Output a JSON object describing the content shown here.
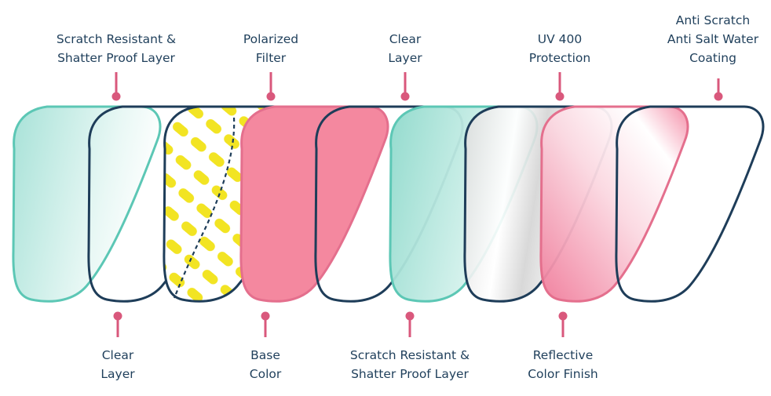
{
  "colors": {
    "navy": "#1e3d59",
    "teal": "#5cc7b5",
    "pink": "#ef7f9d",
    "yellow": "#f2e423",
    "marker": "#d9587c",
    "text": "#1f3f5b"
  },
  "top_labels": [
    {
      "line1": "Scratch Resistant &",
      "line2": "Shatter Proof Layer"
    },
    {
      "line1": "Polarized",
      "line2": "Filter"
    },
    {
      "line1": "Clear",
      "line2": "Layer"
    },
    {
      "line1": "UV 400",
      "line2": "Protection"
    },
    {
      "line1": "Anti Scratch",
      "line2": "Anti Salt Water",
      "line3": "Coating"
    }
  ],
  "bottom_labels": [
    {
      "line1": "Clear",
      "line2": "Layer"
    },
    {
      "line1": "Base",
      "line2": "Color"
    },
    {
      "line1": "Scratch Resistant &",
      "line2": "Shatter Proof Layer"
    },
    {
      "line1": "Reflective",
      "line2": "Color Finish"
    }
  ]
}
